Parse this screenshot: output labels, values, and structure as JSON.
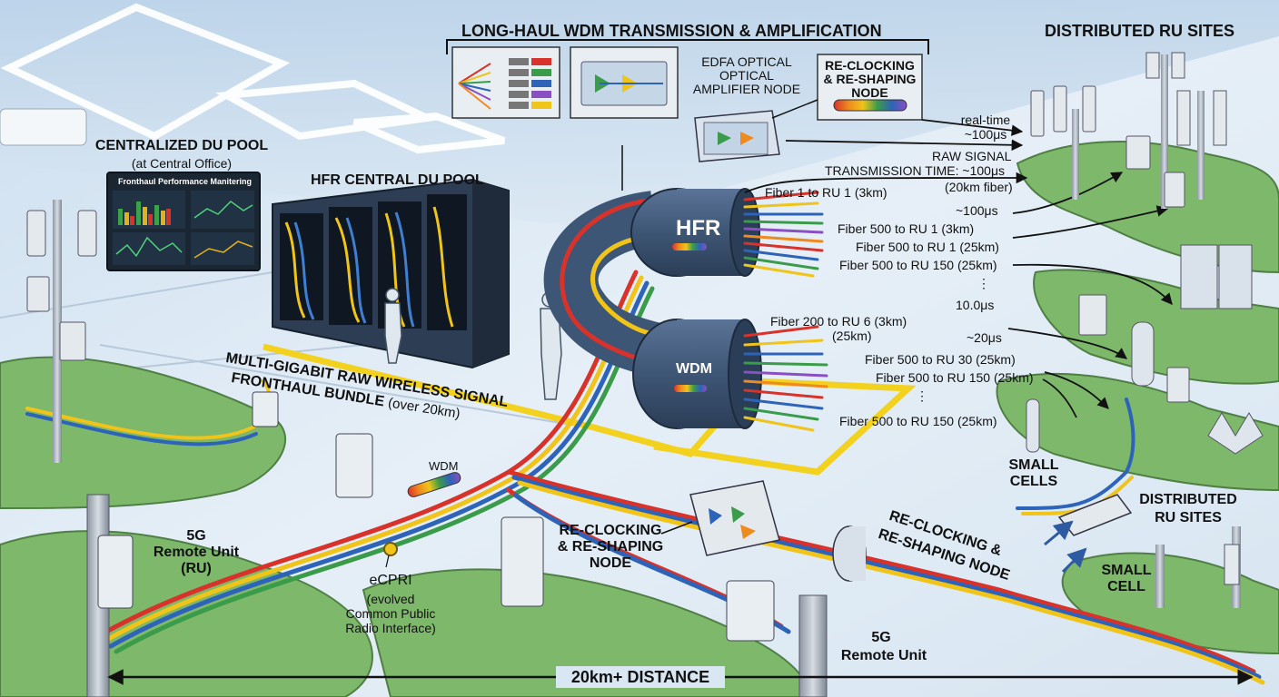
{
  "title": "LONG-HAUL WDM TRANSMISSION & AMPLIFICATION",
  "sections": {
    "distributed_ru_sites_top": "DISTRIBUTED RU SITES",
    "du_pool_title": "CENTRALIZED DU POOL",
    "du_pool_sub": "(at Central Office)",
    "monitor_title": "Fronthaul Performance Manitering",
    "hfr_pool": "HFR CENTRAL DU POOL",
    "bundle_line1": "MULTI-GIGABIT RAW WIRELESS SIGNAL",
    "bundle_line2": "FRONTHAUL BUNDLE",
    "bundle_line2_tail": "(over 20km)",
    "edfa_line1": "EDFA OPTICAL",
    "edfa_line2": "OPTICAL",
    "edfa_line3": "AMPLIFIER NODE",
    "reclock_top_line1": "RE-CLOCKING",
    "reclock_top_line2": "& RE-SHAPING",
    "reclock_top_line3": "NODE",
    "realtime_line1": "real-time",
    "realtime_line2": "~100μs",
    "raw_signal_line1": "RAW SIGNAL",
    "raw_signal_line2": "TRANSMISSION TIME: ~100μs",
    "raw_signal_line3": "(20km fiber)",
    "hfr_cable": "HFR",
    "wdm_cable": "WDM",
    "wdm_small": "WDM",
    "ru_5g_left_line1": "5G",
    "ru_5g_left_line2": "Remote Unit",
    "ru_5g_left_line3": "(RU)",
    "ecpri_line1": "eCPRI",
    "ecpri_line2": "(evolved",
    "ecpri_line3": "Common Public",
    "ecpri_line4": "Radio Interface)",
    "reclock_mid_line1": "RE-CLOCKING",
    "reclock_mid_line2": "& RE-SHAPING",
    "reclock_mid_line3": "NODE",
    "reclock_right_line1": "RE-CLOCKING &",
    "reclock_right_line2": "RE-SHAPING NODE",
    "ru_5g_bottom_line1": "5G",
    "ru_5g_bottom_line2": "Remote Unit",
    "small_cells_line1": "SMALL",
    "small_cells_line2": "CELLS",
    "dist_ru_right_line1": "DISTRIBUTED",
    "dist_ru_right_line2": "RU SITES",
    "small_cell_line1": "SMALL",
    "small_cell_line2": "CELL",
    "distance": "20km+ DISTANCE"
  },
  "fibers_top": [
    "Fiber 1 to RU 1 (3km)",
    "~100μs",
    "Fiber 500 to RU 1  (3km)",
    "Fiber 500 to RU 1 (25km)",
    "Fiber 500 to RU 150 (25km)",
    "10.0μs"
  ],
  "fibers_bottom": [
    "Fiber 200 to RU 6 (3km)",
    "(25km)",
    "~20μs",
    "Fiber 500 to RU 30 (25km)",
    "Fiber 500 to RU 150 (25km)",
    "Fiber 500 to RU 150 (25km)"
  ],
  "colors": {
    "background": "#d9e7f2",
    "land": "#7eb86a",
    "cable_shell": "#3e5675",
    "yellow_line": "#f2d21e",
    "fiber_red": "#d8322b",
    "fiber_yellow": "#f0c419",
    "fiber_blue": "#2d63b8",
    "fiber_green": "#3a9b4a",
    "fiber_purple": "#8a4fc1",
    "fiber_orange": "#ef8a1f"
  }
}
